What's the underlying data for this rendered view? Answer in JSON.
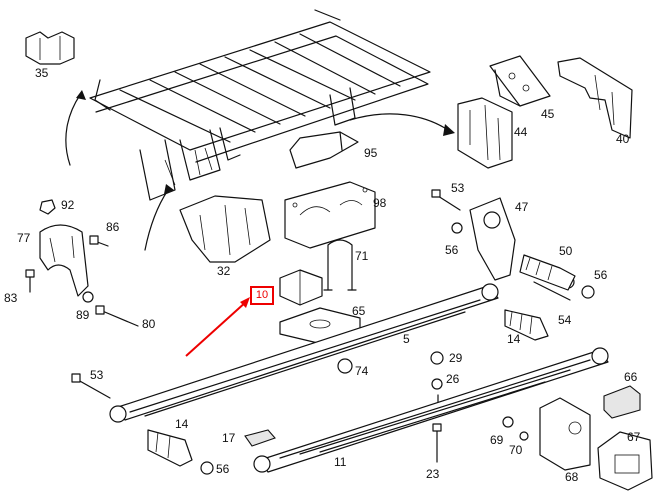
{
  "callout": {
    "label": "10",
    "color": "#e00000"
  },
  "labels": {
    "p35": "35",
    "p45": "45",
    "p44": "44",
    "p40": "40",
    "p95": "95",
    "p92": "92",
    "p86": "86",
    "p77": "77",
    "p83": "83",
    "p89": "89",
    "p80": "80",
    "p32": "32",
    "p98": "98",
    "p71": "71",
    "p65": "65",
    "p53a": "53",
    "p47": "47",
    "p56a": "56",
    "p50": "50",
    "p56b": "56",
    "p54": "54",
    "p14a": "14",
    "p5": "5",
    "p29": "29",
    "p74": "74",
    "p26": "26",
    "p53b": "53",
    "p66": "66",
    "p14b": "14",
    "p17": "17",
    "p56c": "56",
    "p69": "69",
    "p70": "70",
    "p67": "67",
    "p11": "11",
    "p23": "23",
    "p68": "68"
  }
}
